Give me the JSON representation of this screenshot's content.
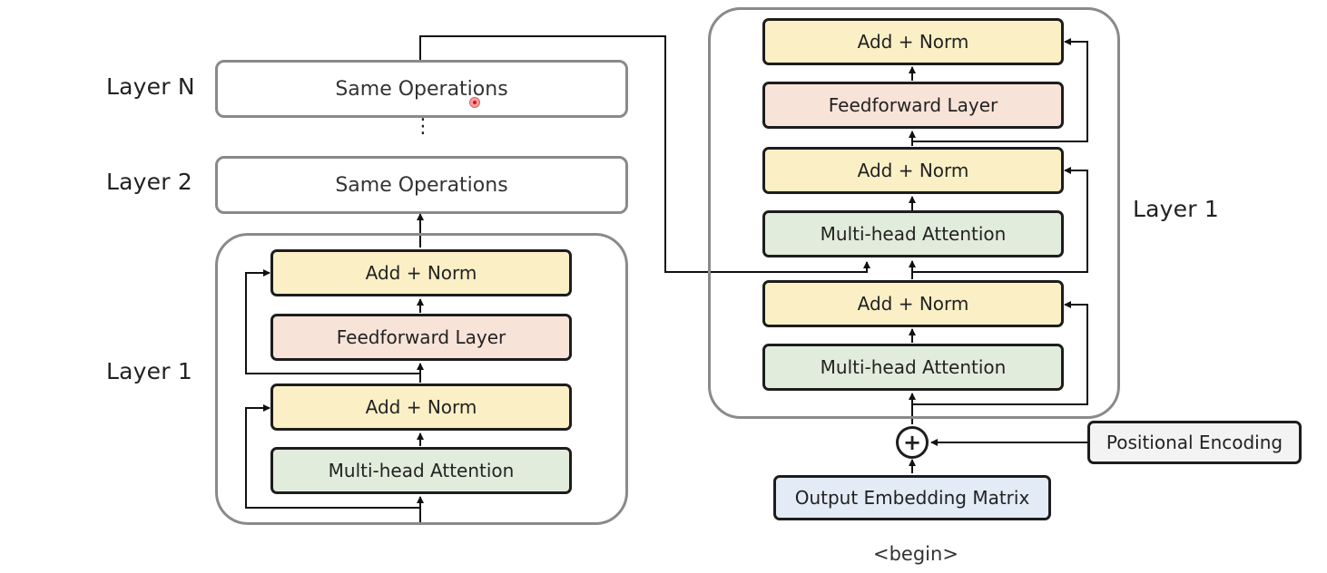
{
  "encoder": {
    "layer_n_label": "Layer N",
    "layer_2_label": "Layer 2",
    "layer_1_label": "Layer 1",
    "layer_n_box": "Same Operations",
    "layer_2_box": "Same Operations",
    "ellipsis": "⋮",
    "blocks": {
      "add_norm_top": "Add + Norm",
      "feedforward": "Feedforward Layer",
      "add_norm_bottom": "Add + Norm",
      "attention": "Multi-head Attention"
    }
  },
  "decoder": {
    "layer_1_label": "Layer 1",
    "blocks": {
      "add_norm_top": "Add + Norm",
      "feedforward": "Feedforward Layer",
      "add_norm_middle": "Add + Norm",
      "cross_attention": "Multi-head Attention",
      "add_norm_bottom": "Add + Norm",
      "self_attention": "Multi-head Attention"
    },
    "plus_symbol": "+",
    "positional_encoding": "Positional Encoding",
    "output_embedding": "Output Embedding Matrix",
    "begin_token": "<begin>"
  },
  "colors": {
    "add_norm": "#fbefc6",
    "feedforward": "#f8e3d8",
    "attention": "#e2ecdc",
    "embedding": "#e3ebf6",
    "positional": "#f3f3f3",
    "frame": "#8a8a8a",
    "stroke": "#1d1d1d"
  }
}
